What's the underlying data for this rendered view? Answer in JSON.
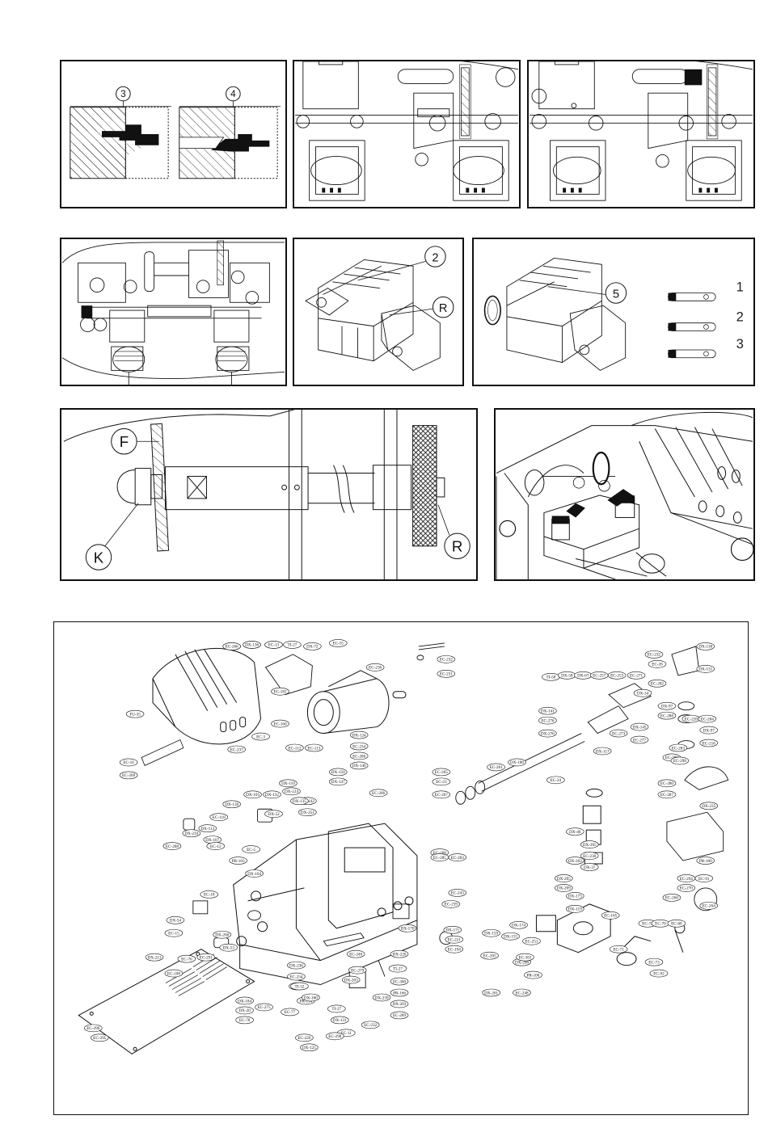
{
  "row1": {
    "profiles": {
      "left_label": "3",
      "right_label": "4"
    }
  },
  "row2": {
    "clamp_label": "2",
    "clamp_callout": "R",
    "key_label": "5",
    "legend": [
      "1",
      "2",
      "3"
    ]
  },
  "row3": {
    "labels": {
      "f": "F",
      "k": "K",
      "r": "R"
    }
  },
  "exploded_view": {
    "part_labels": [
      "EC-93",
      "TI-27",
      "EC-90",
      "TI-27",
      "DX-72",
      "EC-55",
      "EC-236",
      "EC-232",
      "EC-231",
      "EC-182",
      "EC-160",
      "EC-3",
      "EC-112",
      "EC-113",
      "DX-124",
      "EC-234",
      "EC-286",
      "DX-146",
      "FU-35",
      "EC-237",
      "EC-16",
      "EC-269",
      "DX-150",
      "DX-147",
      "DX-142",
      "DX-251",
      "EC-266",
      "EC-265",
      "EC-23",
      "EC-267",
      "EC-268",
      "EC-285",
      "EC-283",
      "DX-180",
      "EC-281",
      "TI-58",
      "DX-58",
      "DX-67",
      "EC-257",
      "EC-253",
      "EC-271",
      "EC-232",
      "EC-26",
      "DX-130",
      "DX-131",
      "EC-282",
      "DX-34",
      "DX-97",
      "EC-288",
      "DX-141",
      "EC-276",
      "DX-276",
      "EC-24",
      "DX-117",
      "EC-273",
      "DX-145",
      "EC-277",
      "EC-228",
      "EC-289",
      "EC-284",
      "DX-97",
      "EC-216",
      "EC-283",
      "EC-290",
      "EC-280",
      "EC-287",
      "DX-235",
      "EC-118",
      "DX-132",
      "DX-136",
      "DX-105",
      "DX-52",
      "DX-124",
      "DX-135",
      "DX-110",
      "EC-208",
      "DX-210",
      "DX-113",
      "DX-107",
      "PR-103",
      "EC-5",
      "DX-104",
      "EC-12",
      "EC-18",
      "DX-40",
      "DX-205",
      "EC-230",
      "DX-203",
      "DX-37",
      "DX-205",
      "DX-209",
      "DX-173",
      "DX-119",
      "EC-294",
      "EC-270",
      "PR-100",
      "EC-91",
      "EC-260",
      "EC-264",
      "EC-165",
      "DX-174",
      "EC-251",
      "EC-72",
      "EC-70",
      "EC-60",
      "EC-71",
      "EC-73",
      "EC-92",
      "EC-108",
      "DX-206",
      "DX-54",
      "EC-15",
      "DX-53",
      "DX-159",
      "DX-155",
      "EC-205",
      "DX-298",
      "PR-100",
      "EC-248",
      "DX-201",
      "DX-213",
      "EC-76",
      "EC-291",
      "EC-296",
      "EC-295",
      "DX-184",
      "DX-20",
      "EC-78",
      "DX-236",
      "EC-234",
      "EC-292",
      "PR-114",
      "EC-275",
      "EC-77",
      "TI-27",
      "DX-131",
      "EC-11",
      "EC-226",
      "DX-125",
      "DX-180",
      "EC-279",
      "DX-220",
      "TI-27",
      "EC-300",
      "PR-166",
      "DX-203",
      "EC-289",
      "DX-170",
      "DX-171",
      "EC-221",
      "EC-194",
      "EC-301",
      "EC-232",
      "EC-298",
      "DX-203",
      "DX-239",
      "EC-240",
      "EC-239",
      "EC-243",
      "TI-32",
      "EC-266",
      "DX-136",
      "EC-13"
    ]
  }
}
